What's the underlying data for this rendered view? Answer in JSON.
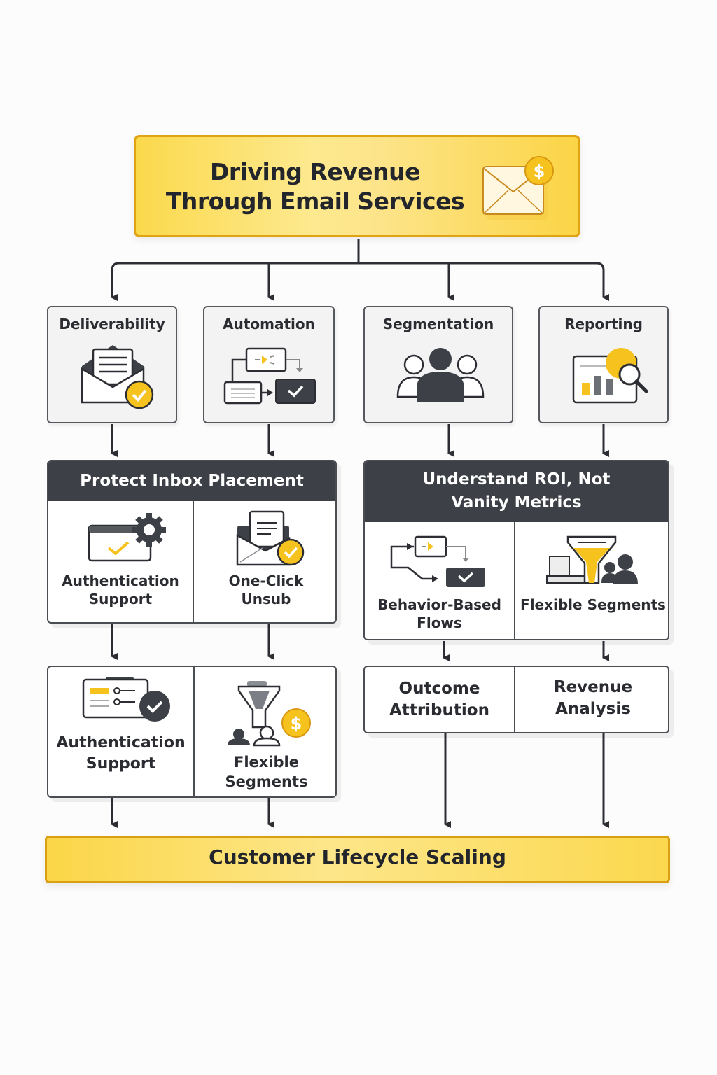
{
  "title": {
    "line1": "Driving Revenue",
    "line2": "Through Email Services",
    "icon": "email-dollar-icon"
  },
  "categories": [
    {
      "label": "Deliverability",
      "icon": "open-envelope-check-icon"
    },
    {
      "label": "Automation",
      "icon": "workflow-icon"
    },
    {
      "label": "Segmentation",
      "icon": "people-group-icon"
    },
    {
      "label": "Reporting",
      "icon": "chart-magnifier-icon"
    }
  ],
  "left_panel": {
    "heading": "Protect Inbox Placement",
    "cells": [
      {
        "label_1": "Authentication",
        "label_2": "Support",
        "icon": "browser-gear-check-icon"
      },
      {
        "label_1": "One-Click",
        "label_2": "Unsub",
        "icon": "envelope-check-icon"
      }
    ]
  },
  "right_panel": {
    "heading_1": "Understand ROI, Not",
    "heading_2": "Vanity Metrics",
    "cells": [
      {
        "label_1": "Behavior-Based",
        "label_2": "Flows",
        "icon": "flow-diagram-icon"
      },
      {
        "label_1": "Flexible Segments",
        "label_2": "",
        "icon": "funnel-people-icon"
      }
    ]
  },
  "left_lower": {
    "cells": [
      {
        "label_1": "Authentication",
        "label_2": "Support",
        "icon": "checklist-check-icon"
      },
      {
        "label_1": "Flexible",
        "label_2": "Segments",
        "icon": "funnel-dollar-icon"
      }
    ]
  },
  "right_lower": {
    "cells": [
      {
        "label_1": "Outcome",
        "label_2": "Attribution"
      },
      {
        "label_1": "Revenue",
        "label_2": "Analysis"
      }
    ]
  },
  "bottom": {
    "label": "Customer Lifecycle Scaling"
  },
  "colors": {
    "accent_yellow": "#fbd447",
    "border_gold": "#e0a314",
    "dark": "#3d4046"
  }
}
